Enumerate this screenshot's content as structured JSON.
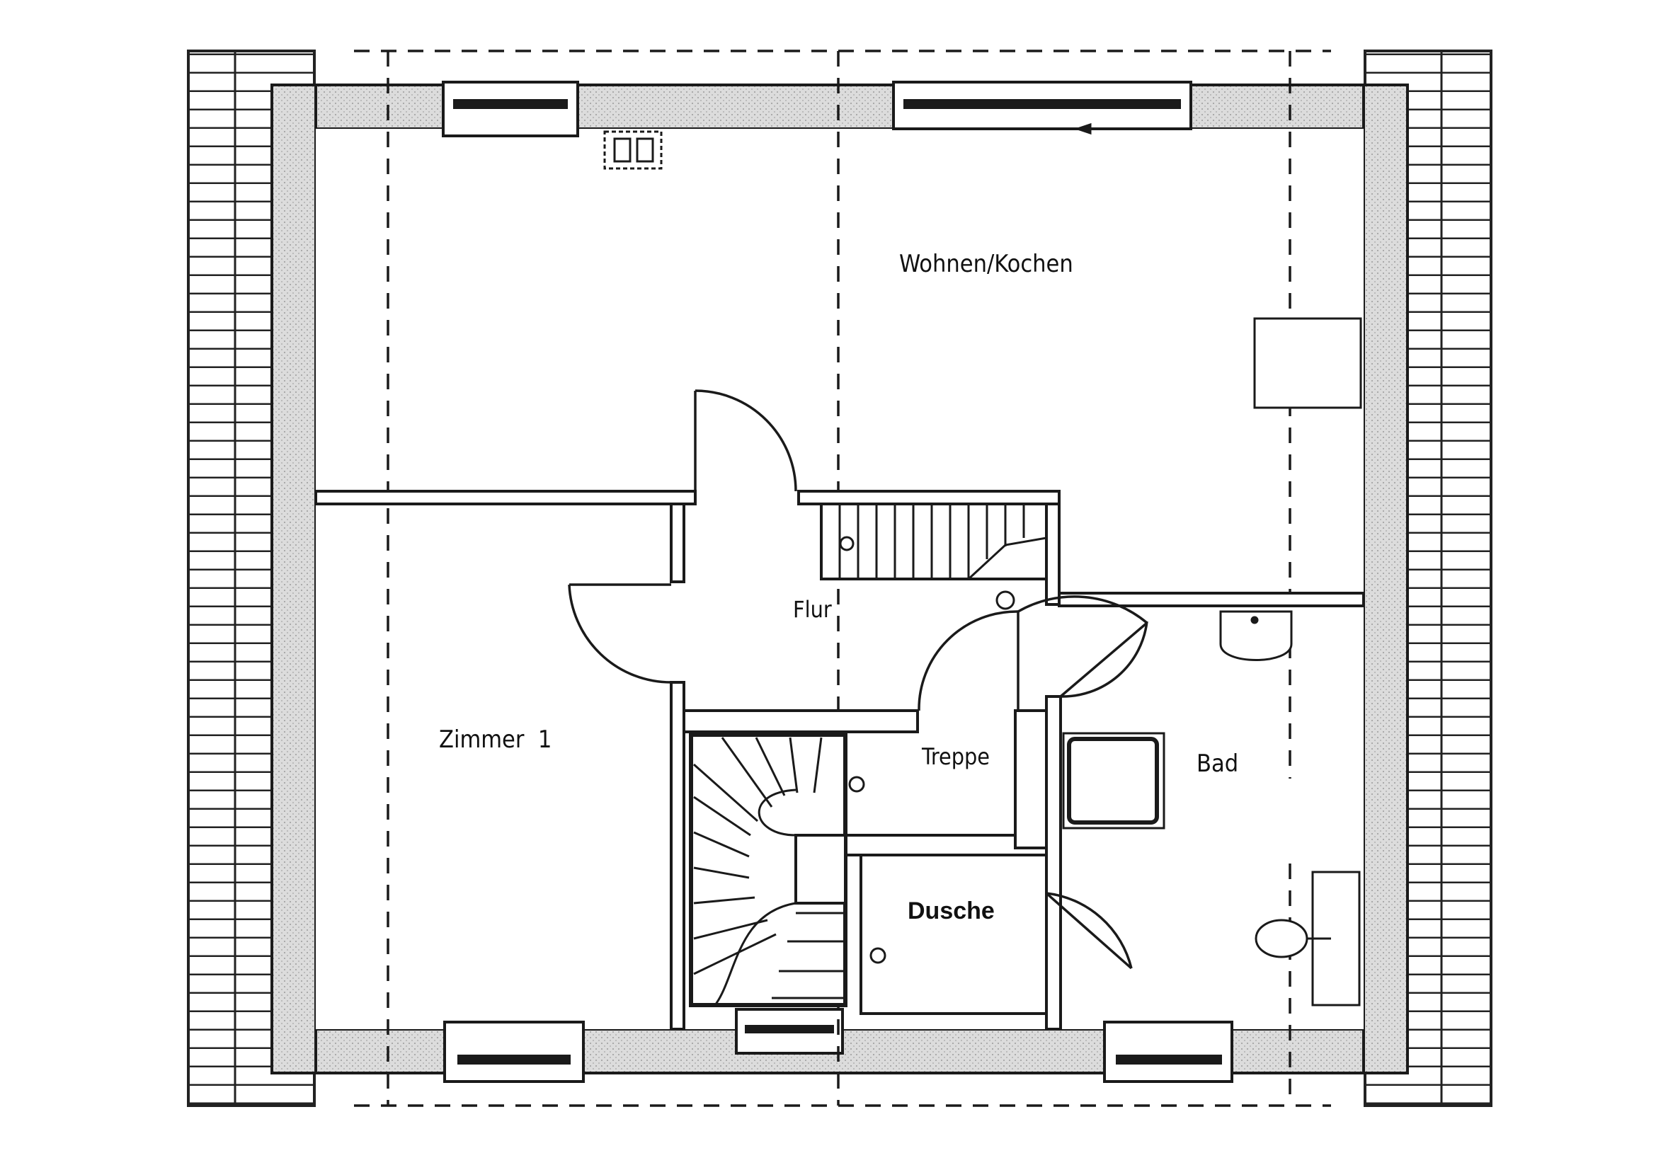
{
  "plan": {
    "rooms": {
      "wohnen": "Wohnen/Kochen",
      "zimmer": "Zimmer  1",
      "flur": "Flur",
      "treppe": "Treppe",
      "bad": "Bad",
      "dusche": "Dusche"
    },
    "colors": {
      "line": "#1a1a1a",
      "wall_fill": "#d9d9d9",
      "roof_fill": "#ffffff",
      "background": "#ffffff"
    }
  }
}
